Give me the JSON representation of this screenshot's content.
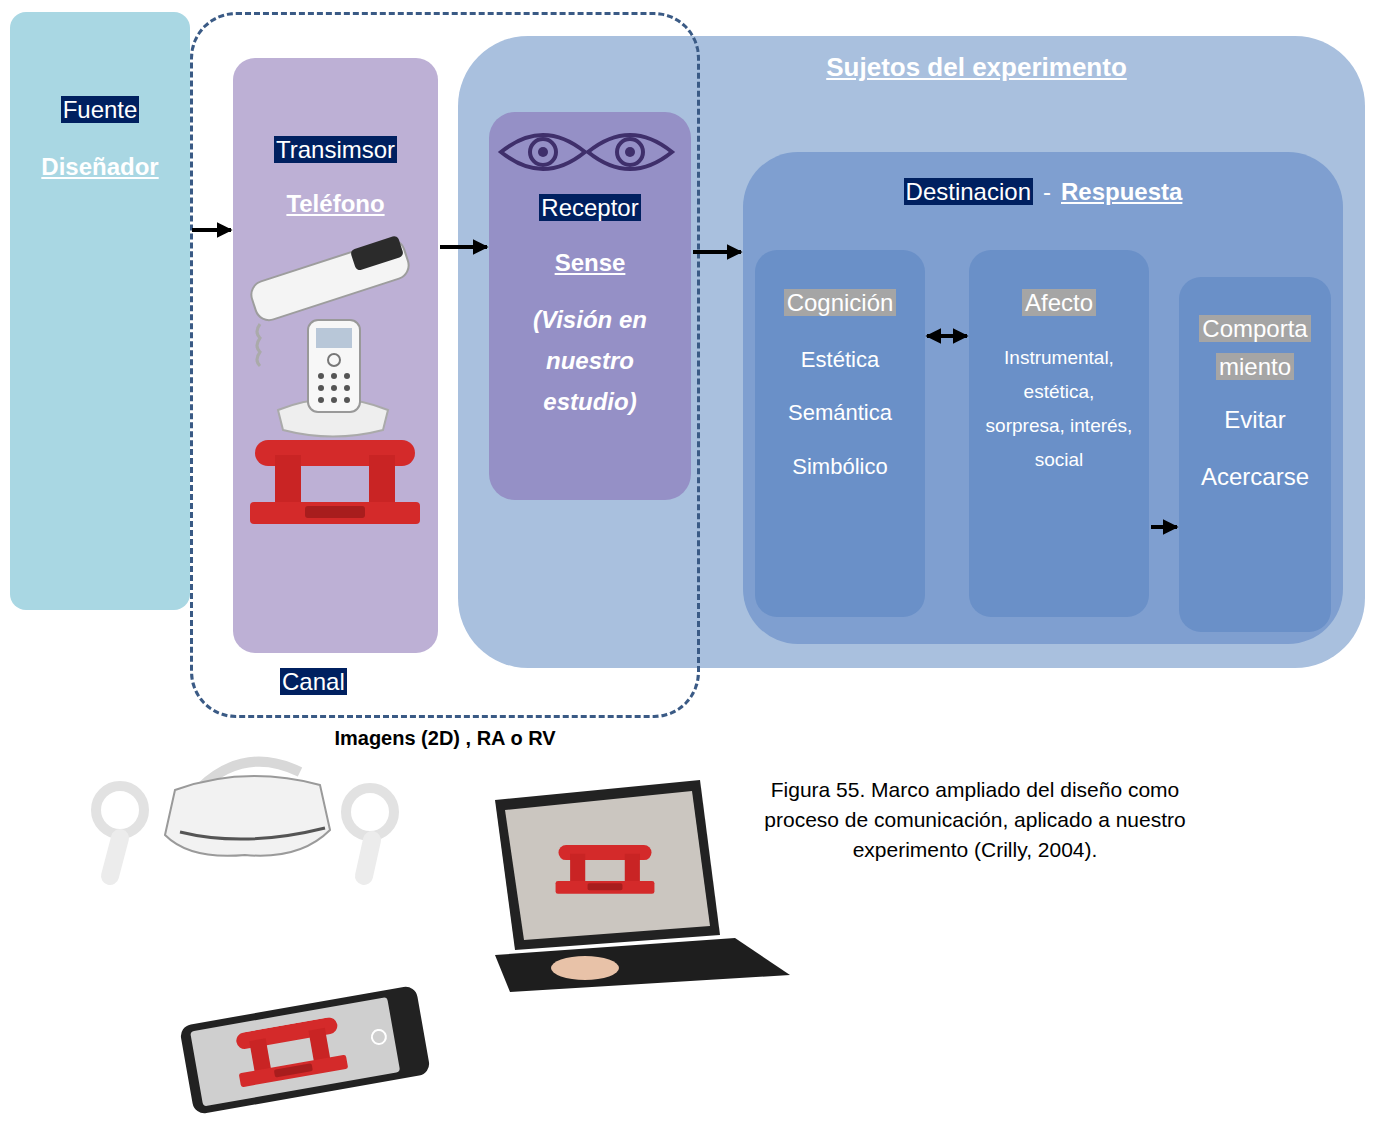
{
  "diagram": {
    "caption": "Figura 55. Marco ampliado del diseño como proceso de comunicación, aplicado a nuestro experimento (Crilly, 2004).",
    "nodes": [
      {
        "text": [
          "Fuente",
          "Diseñador"
        ]
      },
      {
        "text": [
          "Canal"
        ]
      },
      {
        "text": [
          "Transimsor",
          "Teléfono"
        ],
        "in": 1
      },
      {
        "text": [
          "Sujetos del experimento"
        ]
      },
      {
        "text": [
          "Receptor",
          "Sense",
          "(Visión en nuestro estudio)"
        ],
        "in": 3
      },
      {
        "text": [
          "Destinacion",
          "-",
          "Respuesta"
        ],
        "in": 3
      },
      {
        "text": [
          "Cognición",
          "Estética",
          "Semántica",
          "Simbólico"
        ],
        "in": 5
      },
      {
        "text": [
          "Afecto",
          "Instrumental, estética, sorpresa, interés, social"
        ],
        "in": 5
      },
      {
        "text": [
          "Comporta miento",
          "Evitar",
          "Acercarse"
        ],
        "in": 5
      }
    ],
    "edges": [
      {
        "from": 0,
        "to": 2,
        "arrow": "to"
      },
      {
        "from": 2,
        "to": 4,
        "arrow": "to"
      },
      {
        "from": 4,
        "to": 5,
        "arrow": "to"
      },
      {
        "from": 6,
        "to": 7,
        "arrow": "both"
      },
      {
        "from": 7,
        "to": 8,
        "arrow": "to"
      }
    ],
    "labels": [
      "Imagens (2D) , RA o RV"
    ]
  }
}
